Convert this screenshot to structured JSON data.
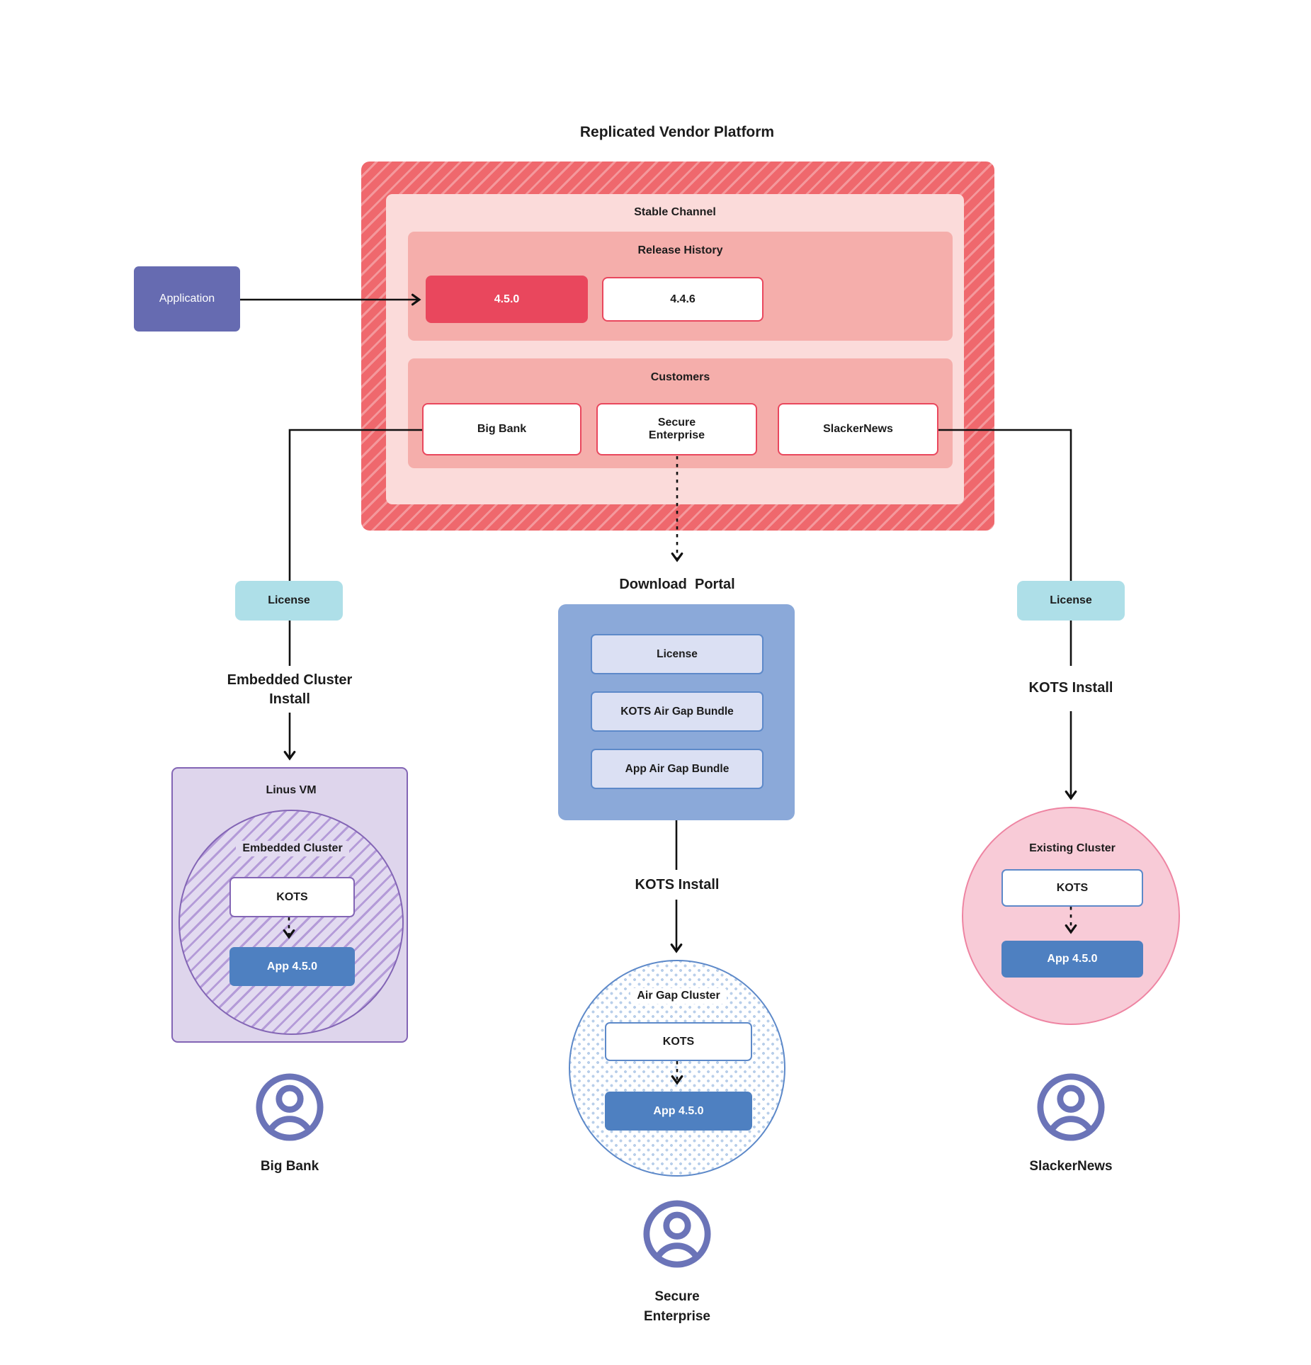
{
  "title": "Replicated Vendor Platform",
  "application_label": "Application",
  "colors": {
    "frame_red": "#ef686d",
    "release_red": "#e9475d",
    "salmon": "#f5aeab",
    "pink_light": "#fbdbda",
    "indigo": "#666bb1",
    "teal": "#aedfe8",
    "portal_blue": "#8ba9d9",
    "portal_item_blue": "#dbe0f3",
    "app_blue": "#4e80c1",
    "blue_border": "#5d89c9",
    "purple": "#8365b5",
    "purple_light": "#ded5ec",
    "pink_circle": "#f8cbd7",
    "pink_border": "#ee84a2",
    "user_icon": "#6b74b8"
  },
  "platform": {
    "stable_channel": "Stable Channel",
    "release_history": {
      "label": "Release History",
      "releases": [
        {
          "version": "4.5.0",
          "highlight": true
        },
        {
          "version": "4.4.6",
          "highlight": false
        }
      ]
    },
    "customers": {
      "label": "Customers",
      "items": [
        "Big Bank",
        "Secure Enterprise",
        "SlackerNews"
      ]
    }
  },
  "left_flow": {
    "license": "License",
    "install_label": "Embedded Cluster Install",
    "vm_label": "Linus VM",
    "cluster_label": "Embedded Cluster",
    "kots_label": "KOTS",
    "app_label": "App 4.5.0",
    "persona": "Big Bank"
  },
  "center_flow": {
    "portal_label": "Download  Portal",
    "portal_items": [
      "License",
      "KOTS Air Gap Bundle",
      "App Air Gap Bundle"
    ],
    "install_label": "KOTS Install",
    "cluster_label": "Air Gap Cluster",
    "kots_label": "KOTS",
    "app_label": "App 4.5.0",
    "persona": "Secure Enterprise"
  },
  "right_flow": {
    "license": "License",
    "install_label": "KOTS Install",
    "cluster_label": "Existing Cluster",
    "kots_label": "KOTS",
    "app_label": "App 4.5.0",
    "persona": "SlackerNews"
  }
}
